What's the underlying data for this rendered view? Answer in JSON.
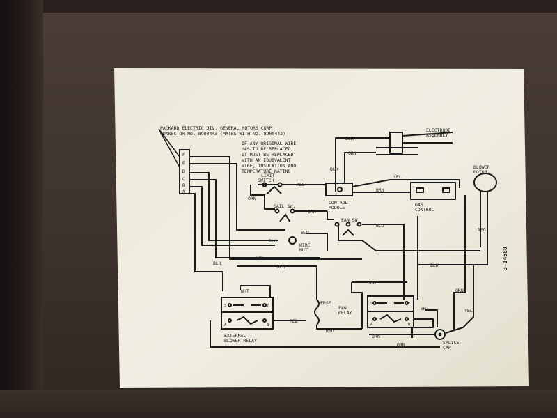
{
  "diagram": {
    "connector_note": [
      "PACKARD ELECTRIC DIV. GENERAL MOTORS CORP",
      "CONNECTOR NO. 8900443 (MATES WITH NO. 8900442)"
    ],
    "replace_note": [
      "IF ANY ORIGINAL WIRE",
      "HAS TO BE REPLACED,",
      "IT MUST BE REPLACED",
      "WITH AN EQUIVALENT",
      "WIRE, INSULATION AND",
      "TEMPERATURE RATING"
    ],
    "pins": [
      "F",
      "E",
      "D",
      "C",
      "B",
      "A"
    ],
    "components": {
      "limit_switch": [
        "LIMIT",
        "SWITCH"
      ],
      "sail_switch": "SAIL SW.",
      "fan_switch": "FAN SW.",
      "control_module": [
        "CONTROL",
        "MODULE"
      ],
      "electrode_assembly": [
        "ELECTRODE",
        "ASSEMBLY"
      ],
      "gas_control": [
        "GAS",
        "CONTROL"
      ],
      "blower_motor": [
        "BLOWER",
        "MOTOR"
      ],
      "wire_nut": [
        "WIRE",
        "NUT"
      ],
      "fuse": "FUSE",
      "fan_relay": [
        "FAN",
        "RELAY"
      ],
      "external_blower_relay": [
        "EXTERNAL",
        "BLOWER RELAY"
      ],
      "splice_cap": [
        "SPLICE",
        "CAP"
      ]
    },
    "wire_labels": {
      "blk_top": "BLK",
      "orn_top": "ORN",
      "blk_mid": "BLK",
      "yel_top": "YEL",
      "red_limit": "RED",
      "brn": "BRN",
      "orn_limit": "ORN",
      "orn_sail": "ORN",
      "blu_fan": "BLU",
      "blu_mid": "BLU",
      "blu_nut": "BLU",
      "yel_nut": "YEL",
      "red_motor": "RED",
      "blk_left": "BLK",
      "red_center": "RED",
      "blk_right": "BLK",
      "orn_fan_relay": "ORN",
      "orn_right": "ORN",
      "yel_right": "YEL",
      "wht_ext": "WHT",
      "wht_fan": "WHT",
      "red_fuse": "RED",
      "red_bottom": "RED",
      "orn_bottom1": "ORN",
      "orn_bottom2": "ORN"
    },
    "relay_terminals": {
      "ext": [
        "5",
        "7",
        "A",
        "B"
      ],
      "fan": [
        "5",
        "7",
        "A",
        "B"
      ]
    },
    "part_number": "3-14688"
  }
}
